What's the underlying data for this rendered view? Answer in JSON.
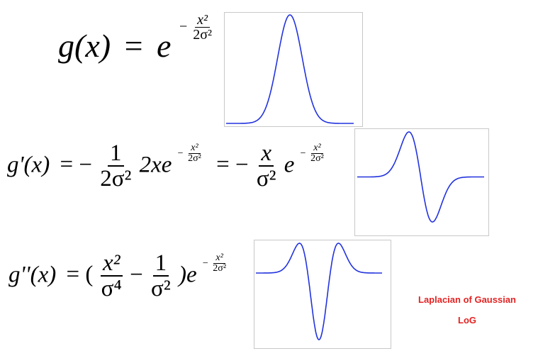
{
  "equations": {
    "g": {
      "lhs": "g(x)",
      "eq": "=",
      "base": "e",
      "exp_sign": "−",
      "exp_num": "x²",
      "exp_den": "2σ²"
    },
    "g1": {
      "lhs": "g'(x)",
      "eq": "=",
      "minus1": "−",
      "f1_num": "1",
      "f1_den": "2σ²",
      "mid": "2xe",
      "exp_sign": "−",
      "exp_num": "x²",
      "exp_den": "2σ²",
      "eq2": "=",
      "minus2": "−",
      "f2_num": "x",
      "f2_den": "σ²",
      "base2": "e",
      "exp2_sign": "−",
      "exp2_num": "x²",
      "exp2_den": "2σ²"
    },
    "g2": {
      "lhs": "g''(x)",
      "eq": "= (",
      "f1_num": "x²",
      "f1_den": "σ⁴",
      "minus": "−",
      "f2_num": "1",
      "f2_den": "σ²",
      "close": ")e",
      "exp_sign": "−",
      "exp_num": "x²",
      "exp_den": "2σ²"
    }
  },
  "annotation": {
    "line1": "Laplacian of Gaussian",
    "line2": "LoG"
  },
  "chart_data": [
    {
      "type": "line",
      "function": "gaussian",
      "color": "#2233dd",
      "grid": false
    },
    {
      "type": "line",
      "function": "gaussian_first_derivative",
      "color": "#2233dd",
      "grid": false
    },
    {
      "type": "line",
      "function": "gaussian_second_derivative",
      "color": "#2233dd",
      "grid": false
    }
  ]
}
